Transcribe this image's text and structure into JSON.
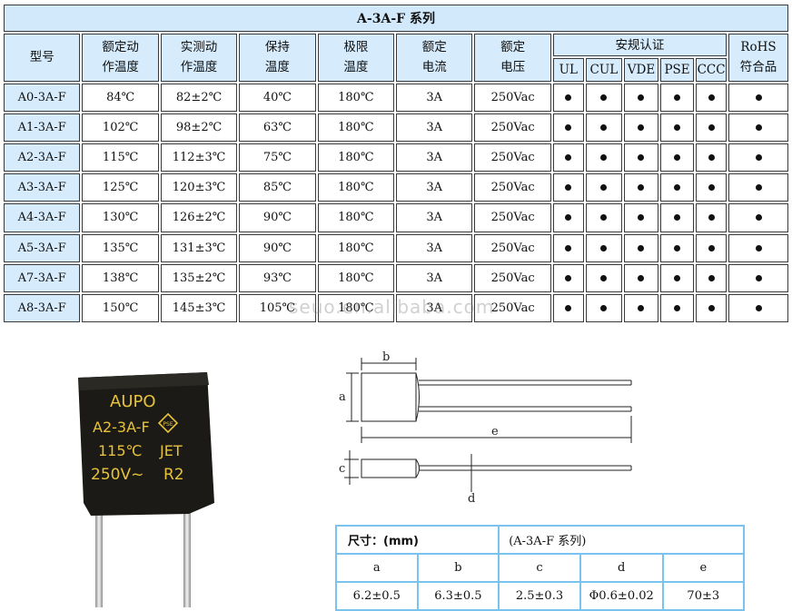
{
  "table": {
    "title": "A-3A-F 系列",
    "headers": {
      "model": "型号",
      "rated_temp": [
        "额定动",
        "作温度"
      ],
      "actual_temp": [
        "实测动",
        "作温度"
      ],
      "hold_temp": [
        "保持",
        "温度"
      ],
      "limit_temp": [
        "极限",
        "温度"
      ],
      "rated_current": [
        "额定",
        "电流"
      ],
      "rated_voltage": [
        "额定",
        "电压"
      ],
      "safety": "安规认证",
      "safety_marks": [
        "UL",
        "CUL",
        "VDE",
        "PSE",
        "CCC"
      ],
      "rohs": [
        "RoHS",
        "符合品"
      ]
    },
    "rows": [
      {
        "model": "A0-3A-F",
        "rated": "84℃",
        "actual": "82±2℃",
        "hold": "40℃",
        "limit": "180℃",
        "current": "3A",
        "voltage": "250Vac"
      },
      {
        "model": "A1-3A-F",
        "rated": "102℃",
        "actual": "98±2℃",
        "hold": "63℃",
        "limit": "180℃",
        "current": "3A",
        "voltage": "250Vac"
      },
      {
        "model": "A2-3A-F",
        "rated": "115℃",
        "actual": "112±3℃",
        "hold": "75℃",
        "limit": "180℃",
        "current": "3A",
        "voltage": "250Vac"
      },
      {
        "model": "A3-3A-F",
        "rated": "125℃",
        "actual": "120±3℃",
        "hold": "85℃",
        "limit": "180℃",
        "current": "3A",
        "voltage": "250Vac"
      },
      {
        "model": "A4-3A-F",
        "rated": "130℃",
        "actual": "126±2℃",
        "hold": "90℃",
        "limit": "180℃",
        "current": "3A",
        "voltage": "250Vac"
      },
      {
        "model": "A5-3A-F",
        "rated": "135℃",
        "actual": "131±3℃",
        "hold": "90℃",
        "limit": "180℃",
        "current": "3A",
        "voltage": "250Vac"
      },
      {
        "model": "A7-3A-F",
        "rated": "138℃",
        "actual": "135±2℃",
        "hold": "93℃",
        "limit": "180℃",
        "current": "3A",
        "voltage": "250Vac"
      },
      {
        "model": "A8-3A-F",
        "rated": "150℃",
        "actual": "145±3℃",
        "hold": "105℃",
        "limit": "180℃",
        "current": "3A",
        "voltage": "250Vac"
      }
    ]
  },
  "watermark": "seuo.en.alibaba.com",
  "photo": {
    "brand": "AUPO",
    "model": "A2-3A-F",
    "temp": "115℃",
    "maker": "JET",
    "voltage": "250V~",
    "rating": "R2",
    "mark": "PSE",
    "colors": {
      "body": "#1b1a16",
      "text": "#e7c23a",
      "lead": "#c9c9c9"
    }
  },
  "drawing": {
    "labels": [
      "b",
      "a",
      "e",
      "c",
      "d"
    ]
  },
  "dimensions": {
    "label": "尺寸：(mm)",
    "series": "(A-3A-F 系列)",
    "columns": [
      "a",
      "b",
      "c",
      "d",
      "e"
    ],
    "values": [
      "6.2±0.5",
      "6.3±0.5",
      "2.5±0.3",
      "Φ0.6±0.02",
      "70±3"
    ]
  }
}
